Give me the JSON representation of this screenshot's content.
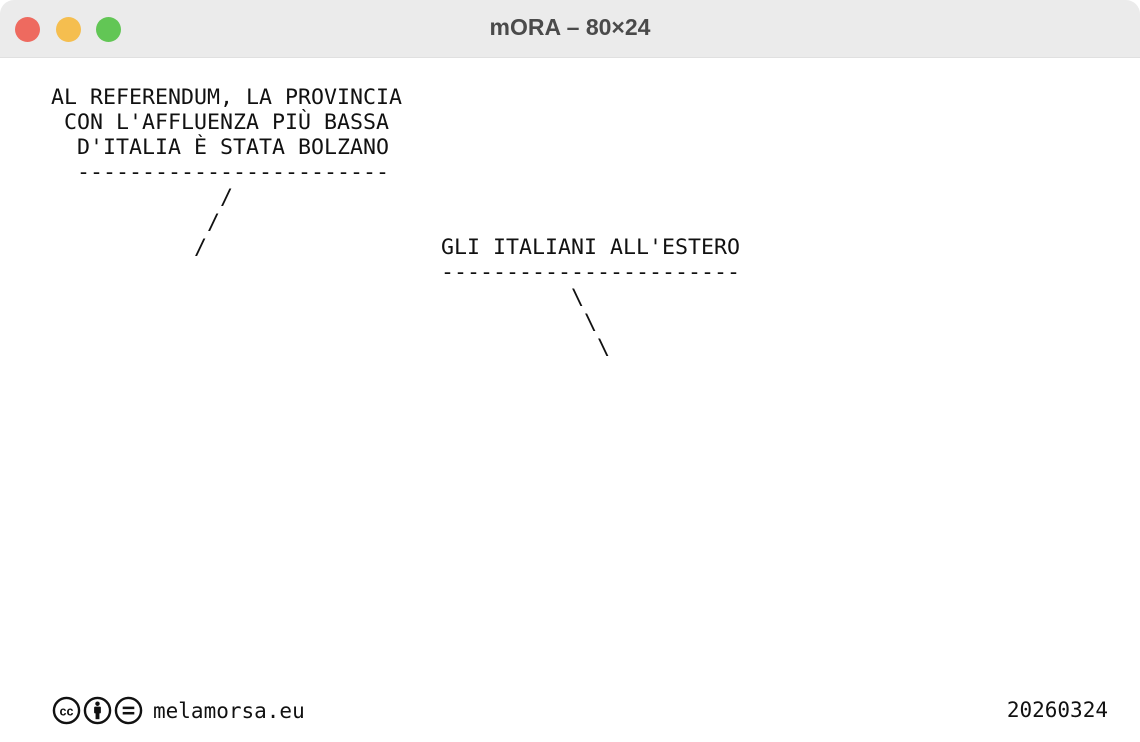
{
  "window": {
    "title": "mORA – 80×24",
    "buttons": {
      "close": "#ee6a5f",
      "minimize": "#f5be4f",
      "zoom": "#62c655"
    }
  },
  "screen": {
    "lines": [
      "AL REFERENDUM, LA PROVINCIA",
      " CON L'AFFLUENZA PIÙ BASSA",
      "  D'ITALIA È STATA BOLZANO",
      "  ------------------------",
      "             /",
      "            /",
      "           /                  GLI ITALIANI ALL'ESTERO",
      "                              -----------------------",
      "                                        \\",
      "                                         \\",
      "                                          \\"
    ]
  },
  "footer": {
    "license_icons": [
      "cc-icon",
      "by-icon",
      "nd-icon"
    ],
    "site": "melamorsa.eu",
    "date": "20260324"
  }
}
